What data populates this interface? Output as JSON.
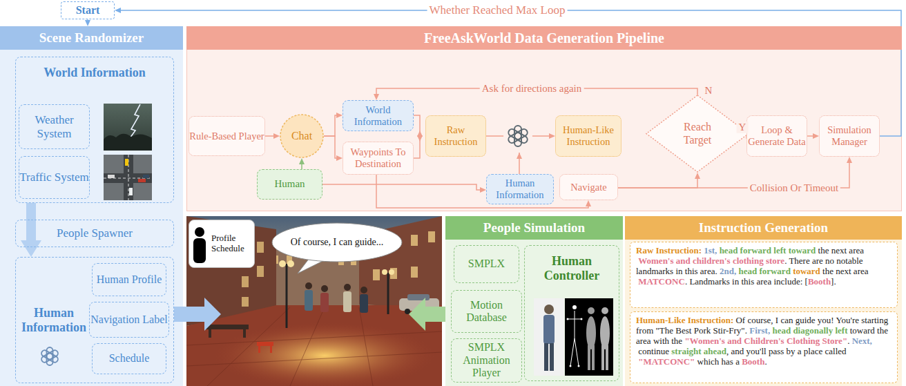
{
  "diagram": {
    "nodes": [
      {
        "text": [
          "Start"
        ]
      },
      {
        "text": [
          "Scene Randomizer"
        ]
      },
      {
        "text": [
          "World Information"
        ],
        "in": 1
      },
      {
        "text": [
          "Weather System"
        ],
        "in": 2
      },
      {
        "text": [
          "Traffic System"
        ],
        "in": 2
      },
      {
        "text": [
          "People Spawner"
        ],
        "in": 1
      },
      {
        "text": [
          "Human Information"
        ],
        "in": 1
      },
      {
        "text": [
          "Human Profile"
        ],
        "in": 6
      },
      {
        "text": [
          "Navigation Label"
        ],
        "in": 6
      },
      {
        "text": [
          "Schedule"
        ],
        "in": 6
      },
      {
        "text": [
          "FreeAskWorld Data Generation Pipeline"
        ]
      },
      {
        "text": [
          "Rule-Based Player"
        ],
        "in": 10
      },
      {
        "text": [
          "Chat"
        ],
        "in": 10
      },
      {
        "text": [
          "World Information"
        ],
        "in": 10
      },
      {
        "text": [
          "Waypoints To Destination"
        ],
        "in": 10
      },
      {
        "text": [
          "Raw Instruction"
        ],
        "in": 10
      },
      {
        "text": [
          "Human-Like Instruction"
        ],
        "in": 10
      },
      {
        "text": [
          "Reach Target"
        ],
        "in": 10
      },
      {
        "text": [
          "Loop & Generate Data"
        ],
        "in": 10
      },
      {
        "text": [
          "Simulation Manager"
        ],
        "in": 10
      },
      {
        "text": [
          "Human"
        ],
        "in": 10
      },
      {
        "text": [
          "Human Information"
        ],
        "in": 10
      },
      {
        "text": [
          "Navigate"
        ],
        "in": 10
      },
      {
        "text": [
          "Profile Schedule"
        ]
      },
      {
        "text": [
          "Of course, I can guide..."
        ]
      },
      {
        "text": [
          "People Simulation"
        ]
      },
      {
        "text": [
          "SMPLX"
        ],
        "in": 25
      },
      {
        "text": [
          "Motion Database"
        ],
        "in": 25
      },
      {
        "text": [
          "SMPLX Animation Player"
        ],
        "in": 25
      },
      {
        "text": [
          "Human Controller"
        ],
        "in": 25
      },
      {
        "text": [
          "Instruction Generation"
        ]
      },
      {
        "text": [
          "Raw Instruction:",
          "1st,",
          "head forward left toward",
          "the next area",
          "Women's and children's clothing store",
          ". There are no notable landmarks in this area.",
          "2nd,",
          "head forward",
          "toward",
          "the next area",
          "MATCONC",
          ". Landmarks in this area include: [",
          "Booth",
          "]."
        ],
        "in": 30
      },
      {
        "text": [
          "Human-Like Instruction:",
          "Of course, I can guide you! You're starting from \"The Best Pork Stir-Fry\".",
          "First,",
          "head diagonally left",
          "toward the area with the",
          "\"Women's and Children's Clothing Store\"",
          ".",
          "Next,",
          "continue",
          "straight ahead",
          ", and you'll pass by a place called",
          "\"MATCONC\"",
          "which has a",
          "Booth",
          "."
        ],
        "in": 30
      }
    ],
    "edges": [
      {
        "from": 0,
        "to": 1,
        "arrow": "to"
      },
      {
        "from": 2,
        "to": 6,
        "arrow": "to"
      },
      {
        "from": 11,
        "to": 12,
        "arrow": "to"
      },
      {
        "from": 20,
        "to": 12,
        "arrow": "to"
      },
      {
        "from": 12,
        "to": 13,
        "arrow": "to"
      },
      {
        "from": 12,
        "to": 14,
        "arrow": "to"
      },
      {
        "from": 13,
        "to": 15,
        "arrow": "to"
      },
      {
        "from": 14,
        "to": 15,
        "arrow": "to"
      },
      {
        "from": 15,
        "to": 16,
        "arrow": "to"
      },
      {
        "from": 20,
        "to": 21,
        "arrow": "to"
      },
      {
        "from": 14,
        "to": 22,
        "arrow": "to"
      },
      {
        "from": 22,
        "to": 17,
        "arrow": "to"
      },
      {
        "from": 17,
        "to": 13,
        "arrow": "to",
        "label": "Ask for directions again"
      },
      {
        "from": 17,
        "to": 18,
        "arrow": "to",
        "label": "Y"
      },
      {
        "from": 18,
        "to": 19,
        "arrow": "to"
      },
      {
        "from": 22,
        "to": 19,
        "arrow": "to",
        "label": "Collision Or Timeout"
      },
      {
        "from": 19,
        "to": 0,
        "arrow": "to",
        "label": "Whether Reached Max Loop"
      }
    ],
    "labels": [
      "N"
    ]
  }
}
